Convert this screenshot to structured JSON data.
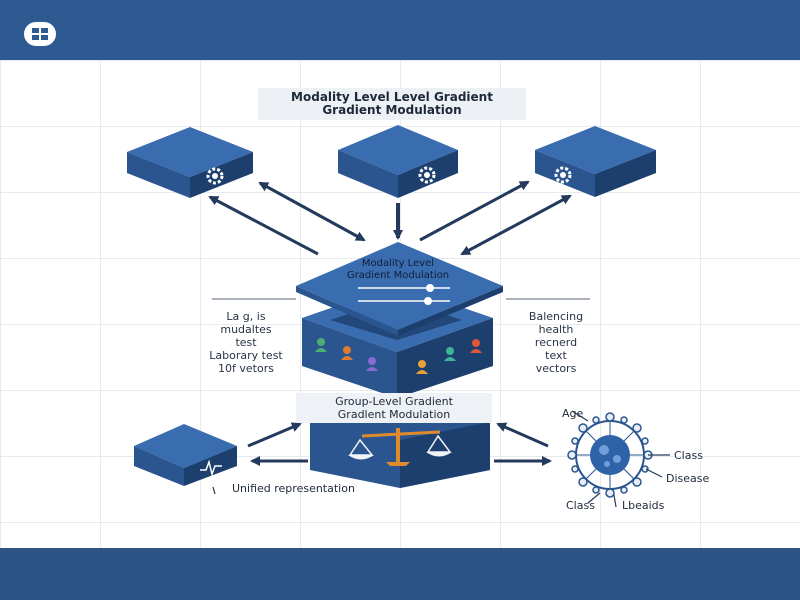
{
  "header": {
    "menu_icon": "grid-icon"
  },
  "title": {
    "line1": "Modality Level Level Gradient",
    "line2": "Gradient Modulation"
  },
  "center_panel": {
    "line1": "Modality Level",
    "line2": "Gradient Modulation"
  },
  "left_text": [
    "La g, is",
    "mudaltes",
    "test",
    "Laborary test",
    "10f vetors"
  ],
  "right_text": [
    "Balencing",
    "health",
    "recnerd",
    "text",
    "vectors"
  ],
  "group_label": {
    "line1": "Group-Level Gradient",
    "line2": "Gradlent Modulation"
  },
  "unified_label": "Unified representation",
  "virus_labels": {
    "age": "Age",
    "class_right": "Class",
    "disease": "Disease",
    "class_bottom": "Class",
    "labels": "Lbeaids"
  },
  "colors": {
    "header": "#2f5a91",
    "block_top": "#3a6db0",
    "block_front": "#2a558f",
    "block_side": "#1d3f6e",
    "arrow": "#233a5c"
  }
}
